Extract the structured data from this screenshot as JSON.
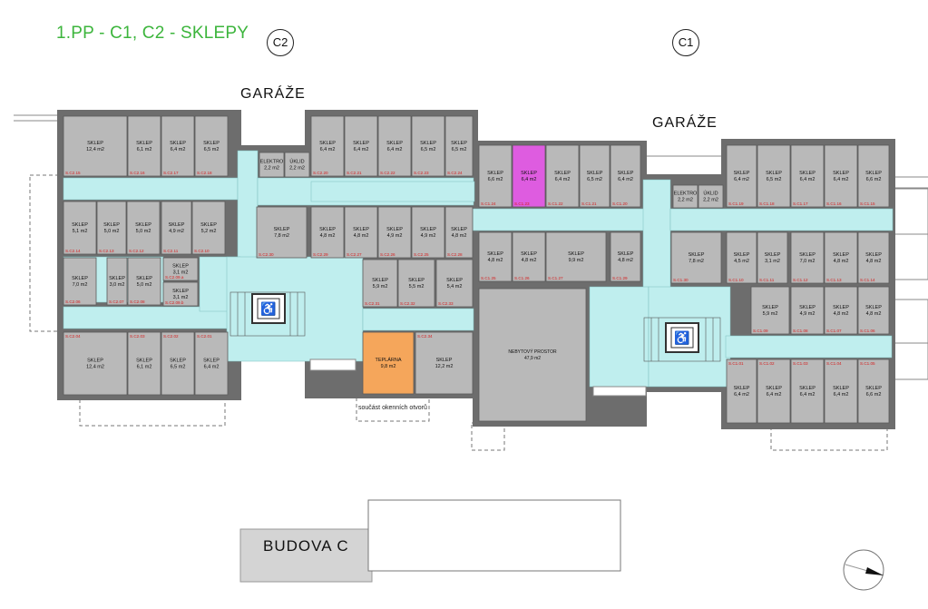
{
  "title": "1.PP - C1, C2 - SKLEPY",
  "grid_labels": {
    "c2": "C2",
    "c1": "C1"
  },
  "garaze": "GARÁŽE",
  "budova": "BUDOVA C",
  "note": "součást okenních otvorů",
  "colors": {
    "wall": "#6d6d6d",
    "storage": "#b9b9b9",
    "corridor": "#bfeeee",
    "highlight": "#de5ce0",
    "boiler": "#f5a65b",
    "id": "#d42020",
    "title": "#3cb53c"
  },
  "rooms": [
    {
      "n": "SKLEP",
      "a": "12,4 m2",
      "id": "S.C2.15"
    },
    {
      "n": "SKLEP",
      "a": "6,1 m2",
      "id": "S.C2.16"
    },
    {
      "n": "SKLEP",
      "a": "6,4 m2",
      "id": "S.C2.17"
    },
    {
      "n": "SKLEP",
      "a": "6,5 m2",
      "id": "S.C2.18"
    },
    {
      "n": "SKLEP",
      "a": "6,4 m2",
      "id": "S.C2.20"
    },
    {
      "n": "SKLEP",
      "a": "6,4 m2",
      "id": "S.C2.21"
    },
    {
      "n": "SKLEP",
      "a": "6,4 m2",
      "id": "S.C2.22"
    },
    {
      "n": "SKLEP",
      "a": "6,5 m2",
      "id": "S.C2.23"
    },
    {
      "n": "SKLEP",
      "a": "6,5 m2",
      "id": "S.C2.24"
    },
    {
      "n": "SKLEP",
      "a": "6,6 m2",
      "id": "S.C1.24"
    },
    {
      "n": "SKLEP",
      "a": "6,4 m2",
      "id": "S.C1.23",
      "hl": true
    },
    {
      "n": "SKLEP",
      "a": "6,4 m2",
      "id": "S.C1.22"
    },
    {
      "n": "SKLEP",
      "a": "6,5 m2",
      "id": "S.C1.21"
    },
    {
      "n": "SKLEP",
      "a": "6,4 m2",
      "id": "S.C1.20"
    },
    {
      "n": "SKLEP",
      "a": "6,4 m2",
      "id": "S.C1.19"
    },
    {
      "n": "SKLEP",
      "a": "6,5 m2",
      "id": "S.C1.18"
    },
    {
      "n": "SKLEP",
      "a": "6,4 m2",
      "id": "S.C1.17"
    },
    {
      "n": "SKLEP",
      "a": "6,4 m2",
      "id": "S.C1.16"
    },
    {
      "n": "SKLEP",
      "a": "6,6 m2",
      "id": "S.C1.15"
    },
    {
      "n": "SKLEP",
      "a": "5,1 m2",
      "id": "S.C2.14"
    },
    {
      "n": "SKLEP",
      "a": "5,0 m2",
      "id": "S.C2.13"
    },
    {
      "n": "SKLEP",
      "a": "5,0 m2",
      "id": "S.C2.12"
    },
    {
      "n": "SKLEP",
      "a": "4,9 m2",
      "id": "S.C2.11"
    },
    {
      "n": "SKLEP",
      "a": "5,2 m2",
      "id": "S.C2.10"
    },
    {
      "n": "SKLEP",
      "a": "7,8 m2",
      "id": "S.C2.30"
    },
    {
      "n": "SKLEP",
      "a": "4,8 m2",
      "id": "S.C2.29"
    },
    {
      "n": "SKLEP",
      "a": "4,8 m2",
      "id": "S.C2.27"
    },
    {
      "n": "SKLEP",
      "a": "4,9 m2",
      "id": "S.C2.26"
    },
    {
      "n": "SKLEP",
      "a": "4,9 m2",
      "id": "S.C2.25"
    },
    {
      "n": "SKLEP",
      "a": "4,8 m2",
      "id": "S.C2.28"
    },
    {
      "n": "SKLEP",
      "a": "4,8 m2",
      "id": "S.C1.25"
    },
    {
      "n": "SKLEP",
      "a": "4,8 m2",
      "id": "S.C1.26"
    },
    {
      "n": "SKLEP",
      "a": "9,9 m2",
      "id": "S.C1.27"
    },
    {
      "n": "SKLEP",
      "a": "4,8 m2",
      "id": "S.C1.29"
    },
    {
      "n": "SKLEP",
      "a": "7,8 m2",
      "id": "S.C1.30"
    },
    {
      "n": "SKLEP",
      "a": "4,5 m2",
      "id": "S.C1.10"
    },
    {
      "n": "SKLEP",
      "a": "3,1 m2",
      "id": "S.C1.11"
    },
    {
      "n": "SKLEP",
      "a": "7,0 m2",
      "id": "S.C1.12"
    },
    {
      "n": "SKLEP",
      "a": "4,8 m2",
      "id": "S.C1.13"
    },
    {
      "n": "SKLEP",
      "a": "4,8 m2",
      "id": "S.C1.14"
    },
    {
      "n": "SKLEP",
      "a": "7,0 m2",
      "id": "S.C2.06"
    },
    {
      "n": "SKLEP",
      "a": "3,0 m2",
      "id": "S.C2.07"
    },
    {
      "n": "SKLEP",
      "a": "5,0 m2",
      "id": "S.C2.08"
    },
    {
      "n": "SKLEP",
      "a": "3,1 m2",
      "id": "S.C2.09.a"
    },
    {
      "n": "SKLEP",
      "a": "3,1 m2",
      "id": "S.C2.09.b"
    },
    {
      "n": "SKLEP",
      "a": "5,9 m2",
      "id": "S.C2.31"
    },
    {
      "n": "SKLEP",
      "a": "5,5 m2",
      "id": "S.C2.32"
    },
    {
      "n": "SKLEP",
      "a": "5,4 m2",
      "id": "S.C2.33"
    },
    {
      "n": "SKLEP",
      "a": "5,9 m2",
      "id": "S.C1.09"
    },
    {
      "n": "SKLEP",
      "a": "4,9 m2",
      "id": "S.C1.08"
    },
    {
      "n": "SKLEP",
      "a": "4,8 m2",
      "id": "S.C1.07"
    },
    {
      "n": "SKLEP",
      "a": "4,8 m2",
      "id": "S.C1.06"
    },
    {
      "n": "SKLEP",
      "a": "12,4 m2",
      "id": "S.C2.04"
    },
    {
      "n": "SKLEP",
      "a": "6,1 m2",
      "id": "S.C2.03"
    },
    {
      "n": "SKLEP",
      "a": "6,5 m2",
      "id": "S.C2.02"
    },
    {
      "n": "SKLEP",
      "a": "6,4 m2",
      "id": "S.C2.01"
    },
    {
      "n": "SKLEP",
      "a": "12,2 m2",
      "id": "S.C2.34"
    },
    {
      "n": "SKLEP",
      "a": "6,4 m2",
      "id": "S.C1.01"
    },
    {
      "n": "SKLEP",
      "a": "6,4 m2",
      "id": "S.C1.02"
    },
    {
      "n": "SKLEP",
      "a": "6,4 m2",
      "id": "S.C1.03"
    },
    {
      "n": "SKLEP",
      "a": "6,4 m2",
      "id": "S.C1.04"
    },
    {
      "n": "SKLEP",
      "a": "6,6 m2",
      "id": "S.C1.05"
    },
    {
      "n": "ELEKTRO",
      "a": "2,2 m2",
      "id": ""
    },
    {
      "n": "ÚKLID",
      "a": "2,2 m2",
      "id": ""
    },
    {
      "n": "ELEKTRO",
      "a": "2,2 m2",
      "id": ""
    },
    {
      "n": "ÚKLID",
      "a": "2,2 m2",
      "id": ""
    },
    {
      "n": "NEBYTOVÝ PROSTOR",
      "a": "47,9 m2",
      "id": ""
    },
    {
      "n": "TEPLÁRNA",
      "a": "9,8 m2",
      "id": "",
      "boiler": true
    }
  ]
}
